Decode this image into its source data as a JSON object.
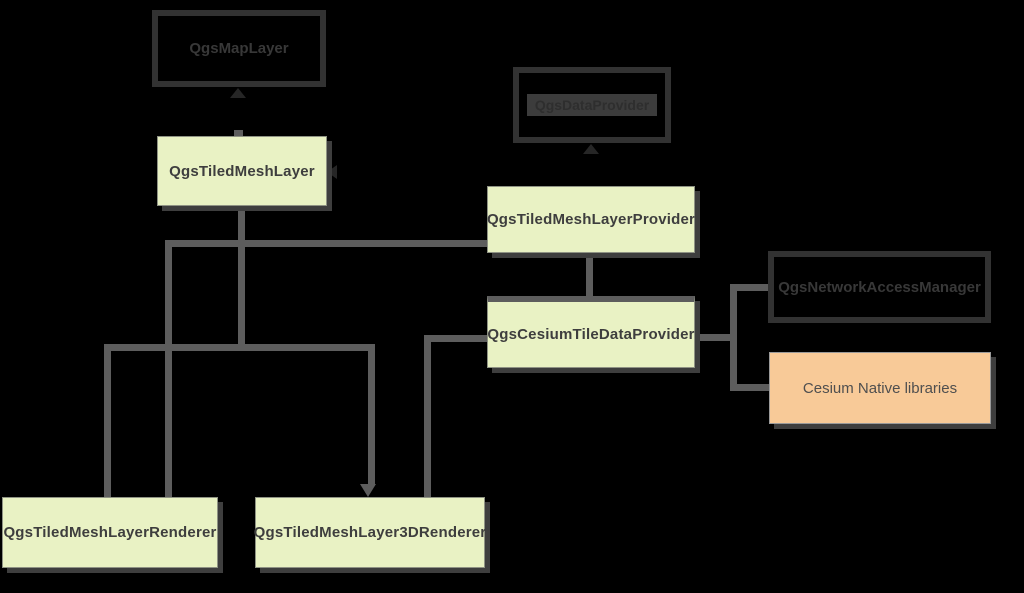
{
  "nodes": {
    "qgs_map_layer": {
      "label": "QgsMapLayer",
      "kind": "existing-class"
    },
    "qgs_data_provider": {
      "label": "QgsDataProvider",
      "kind": "existing-class"
    },
    "qgs_tiled_mesh_layer": {
      "label": "QgsTiledMeshLayer",
      "kind": "new-class"
    },
    "qgs_tiled_mesh_layer_provider": {
      "label": "QgsTiledMeshLayerProvider",
      "kind": "new-class"
    },
    "qgs_cesium_tile_data_provider": {
      "label": "QgsCesiumTileDataProvider",
      "kind": "new-class"
    },
    "qgs_network_access_manager": {
      "label": "QgsNetworkAccessManager",
      "kind": "existing-class"
    },
    "cesium_native_libraries": {
      "label": "Cesium Native libraries",
      "kind": "external-library"
    },
    "qgs_tiled_mesh_layer_renderer": {
      "label": "QgsTiledMeshLayerRenderer",
      "kind": "new-class"
    },
    "qgs_tiled_mesh_layer_3d_renderer": {
      "label": "QgsTiledMeshLayer3DRenderer",
      "kind": "new-class"
    }
  },
  "colors": {
    "background": "#000000",
    "new_class_fill": "#e9f2c4",
    "external_library_fill": "#f8ca98",
    "existing_class_border": "#323232",
    "connector": "#5d5d5d",
    "label_text": "#3e3e3e",
    "highlight_bar": "#3c3c3c"
  }
}
